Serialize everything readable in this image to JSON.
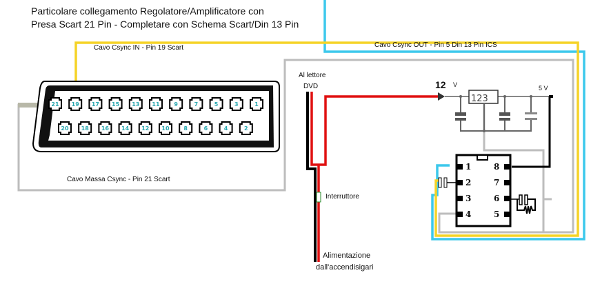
{
  "title": {
    "line1": "Particolare collegamento Regolatore/Amplificatore con",
    "line2": "Presa Scart 21 Pin - Completare con Schema Scart/Din 13 Pin"
  },
  "labels": {
    "csync_in": "Cavo Csync IN - Pin 19 Scart",
    "csync_out": "Cavo Csync OUT - Pin 5 Din 13 Pin ICS",
    "massa": "Cavo Massa Csync - Pin 21 Scart",
    "lettore_1": "Al lettore",
    "lettore_2": "DVD",
    "interruttore": "Interruttore",
    "alim_1": "Alimentazione",
    "alim_2": "dall'accendisigari",
    "v12": "12",
    "v12_unit": "V",
    "v5": "5 V",
    "regulator": "123"
  },
  "scart": {
    "top_row": [
      "21",
      "19",
      "17",
      "15",
      "13",
      "11",
      "9",
      "7",
      "5",
      "3",
      "1"
    ],
    "bottom_row": [
      "20",
      "18",
      "16",
      "14",
      "12",
      "10",
      "8",
      "6",
      "4",
      "2"
    ]
  },
  "ic": {
    "left_pins": [
      "1",
      "2",
      "3",
      "4"
    ],
    "right_pins": [
      "8",
      "7",
      "6",
      "5"
    ]
  },
  "colors": {
    "cyan": "#3cc8ec",
    "yellow": "#f5d327",
    "gray": "#bdbdbd",
    "red": "#e01010",
    "black": "#000000"
  }
}
